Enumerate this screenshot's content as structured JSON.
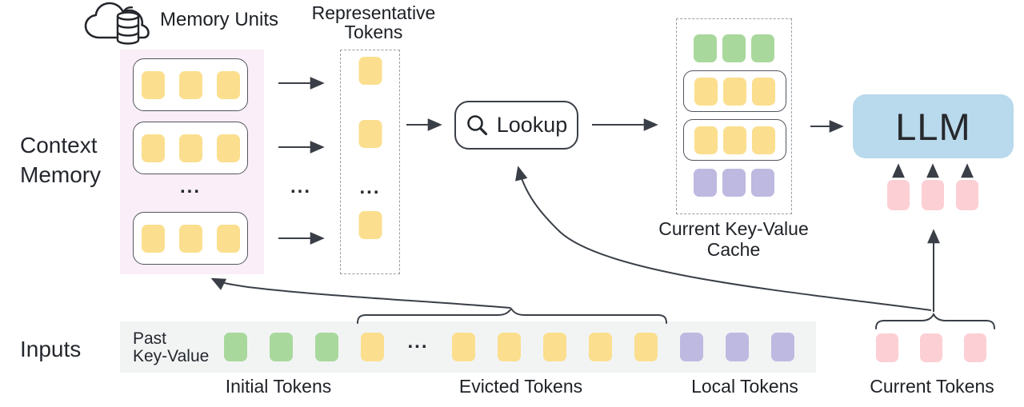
{
  "labels": {
    "memory_units": "Memory Units",
    "representative_tokens": "Representative\nTokens",
    "context_memory": "Context\nMemory",
    "lookup": "Lookup",
    "current_kv_cache": "Current Key-Value\nCache",
    "llm": "LLM",
    "inputs": "Inputs",
    "past_key_value": "Past\nKey-Value",
    "initial_tokens": "Initial Tokens",
    "evicted_tokens": "Evicted Tokens",
    "local_tokens": "Local Tokens",
    "current_tokens": "Current Tokens",
    "ellipsis": "..."
  },
  "colors": {
    "token_yellow": "#fbdf8e",
    "token_green": "#a9d89c",
    "token_purple": "#bdb9e0",
    "token_pink": "#fccfd5",
    "memory_panel_bg": "#faeef8",
    "llm_bg": "#b9d9ec",
    "input_strip_bg": "#f2f4f4",
    "line": "#3a3f47",
    "dashed_border": "#989da3",
    "unit_border": "#51565e",
    "text": "#1c1f24"
  },
  "structure": {
    "memory_unit": {
      "color": "yellow",
      "count": 3
    },
    "representative_token": {
      "color": "yellow",
      "count": 1
    },
    "cache_row_initial": {
      "color": "green",
      "count": 3
    },
    "cache_row_unit": {
      "color": "yellow",
      "count": 3
    },
    "cache_row_local": {
      "color": "purple",
      "count": 3
    },
    "input_sequence": [
      {
        "color": "green",
        "count": 3
      },
      {
        "color": "yellow",
        "count": 1
      },
      {
        "ellipsis": true
      },
      {
        "color": "yellow",
        "count": 5
      },
      {
        "color": "purple",
        "count": 3
      }
    ],
    "current_tokens": {
      "color": "pink",
      "count": 3
    },
    "llm_input_tokens": {
      "color": "pink",
      "count": 3
    }
  }
}
